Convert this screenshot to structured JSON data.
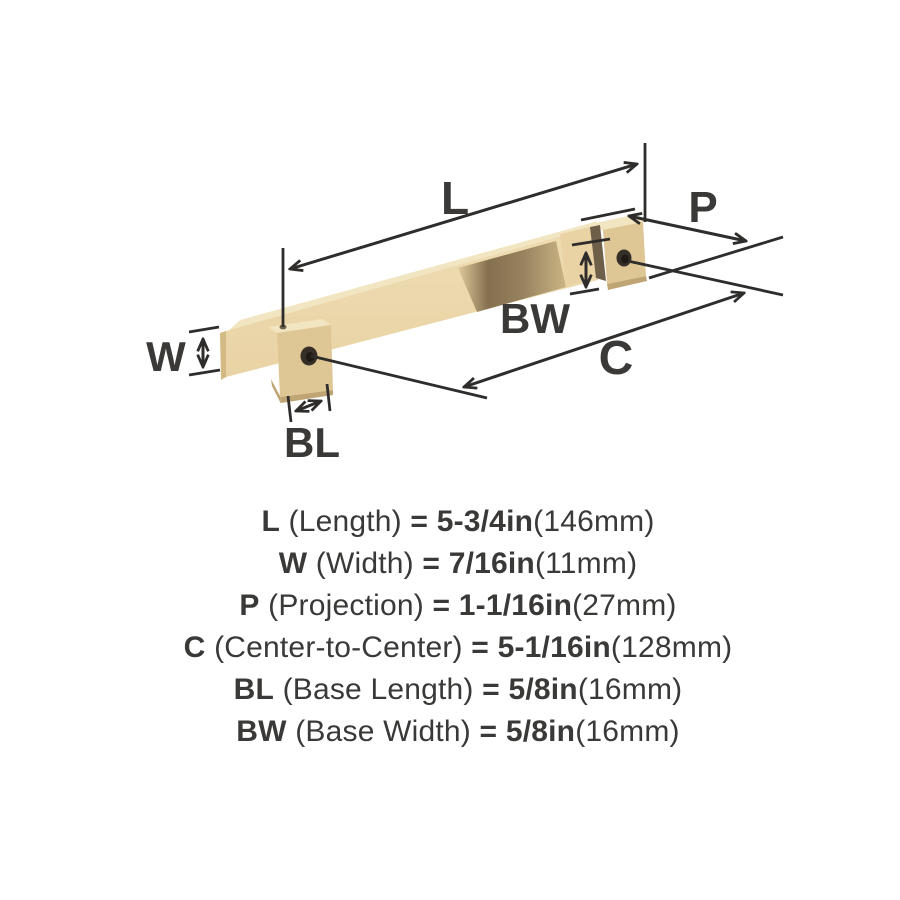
{
  "diagram": {
    "labels": {
      "length": "L",
      "projection": "P",
      "center_to_center": "C",
      "width": "W",
      "base_width": "BW",
      "base_length": "BL"
    }
  },
  "legend": {
    "rows": [
      {
        "symbol": "L",
        "name": "(Length)",
        "eq": "=",
        "inch": "5-3/4in",
        "mm": "(146mm)"
      },
      {
        "symbol": "W",
        "name": "(Width)",
        "eq": "=",
        "inch": "7/16in",
        "mm": "(11mm)"
      },
      {
        "symbol": "P",
        "name": "(Projection)",
        "eq": "=",
        "inch": "1-1/16in",
        "mm": "(27mm)"
      },
      {
        "symbol": "C",
        "name": "(Center-to-Center)",
        "eq": "=",
        "inch": "5-1/16in",
        "mm": "(128mm)"
      },
      {
        "symbol": "BL",
        "name": "(Base Length)",
        "eq": "=",
        "inch": "5/8in",
        "mm": "(16mm)"
      },
      {
        "symbol": "BW",
        "name": "(Base Width)",
        "eq": "=",
        "inch": "5/8in",
        "mm": "(16mm)"
      }
    ]
  },
  "colors": {
    "background": "#ffffff",
    "line": "#2e2d2b",
    "text": "#3a3937",
    "gold_top": "#f2e5c1",
    "gold_front": "#e9d3a5",
    "gold_front_light": "#eedcb2",
    "gold_base": "#dfc795",
    "gold_side": "#d3b983",
    "gold_dark": "#c0a574",
    "cave_light": "#dfc99c",
    "cave_dark": "#84704e",
    "cave_mid": "#96825e",
    "cave_exit": "#cbb585",
    "gap": "#6e5f49",
    "hole": "#362f27",
    "hole_inner": "#1f1a14"
  }
}
